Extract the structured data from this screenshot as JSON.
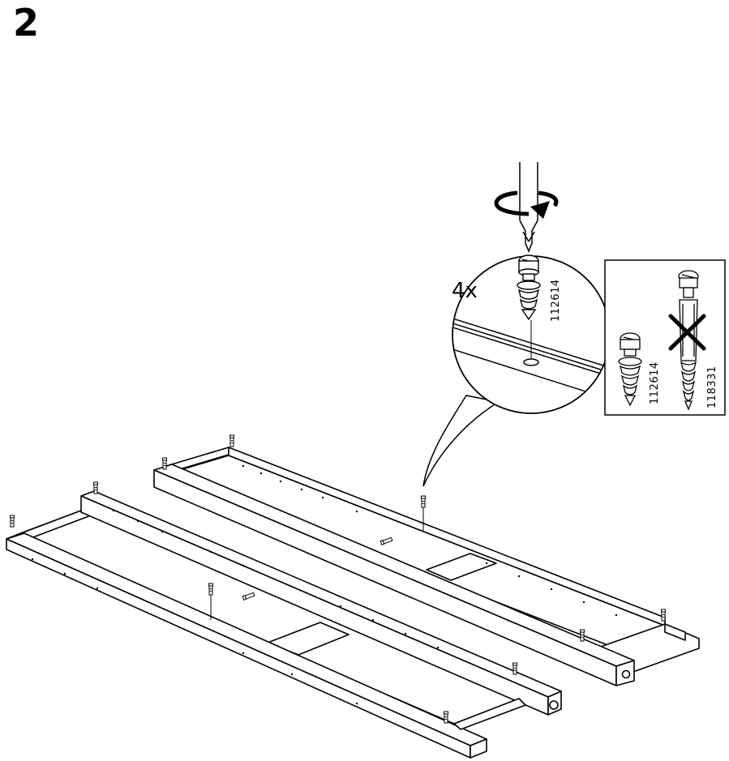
{
  "step": {
    "number": "2"
  },
  "callout": {
    "quantity": "4x",
    "part_number": "112614"
  },
  "comparison_box": {
    "correct_part_number": "112614",
    "wrong_part_number": "118331"
  },
  "icons": {
    "screwdriver": "screwdriver-icon",
    "rotation_arrow": "rotate-clockwise-icon",
    "cam_bolt": "cam-bolt-icon",
    "wrong_mark": "cross-mark-icon"
  }
}
